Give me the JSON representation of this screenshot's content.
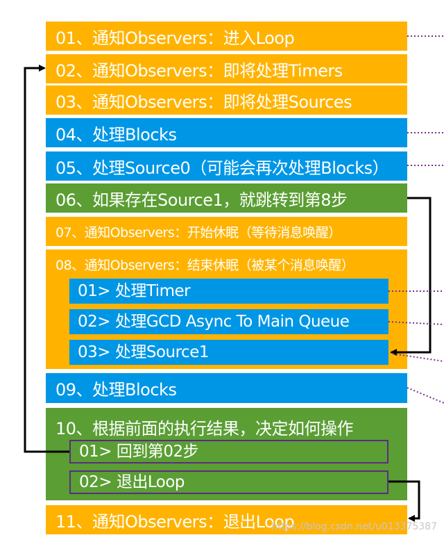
{
  "steps": [
    {
      "label": "01、通知Observers：进入Loop"
    },
    {
      "label": "02、通知Observers：即将处理Timers"
    },
    {
      "label": "03、通知Observers：即将处理Sources"
    },
    {
      "label": "04、处理Blocks"
    },
    {
      "label": "05、处理Source0（可能会再次处理Blocks）"
    },
    {
      "label": "06、如果存在Source1，就跳转到第8步"
    },
    {
      "label": "07、通知Observers：开始休眠（等待消息唤醒）"
    },
    {
      "label": "08、通知Observers：结束休眠（被某个消息唤醒）"
    },
    {
      "label": "09、处理Blocks"
    },
    {
      "label": "10、根据前面的执行结果，决定如何操作"
    },
    {
      "label": "11、通知Observers：退出Loop"
    }
  ],
  "step8_substeps": [
    {
      "label": "01> 处理Timer"
    },
    {
      "label": "02> 处理GCD Async To Main Queue"
    },
    {
      "label": "03> 处理Source1"
    }
  ],
  "step10_substeps": [
    {
      "label": "01> 回到第02步"
    },
    {
      "label": "02> 退出Loop"
    }
  ],
  "colors": {
    "orange": "#FFB300",
    "blue": "#0096E6",
    "green": "#5A9E34",
    "connector_dots": "#7B2D8E",
    "arrow": "#000000"
  },
  "watermark": "https://blog.csdn.net/u013375387"
}
